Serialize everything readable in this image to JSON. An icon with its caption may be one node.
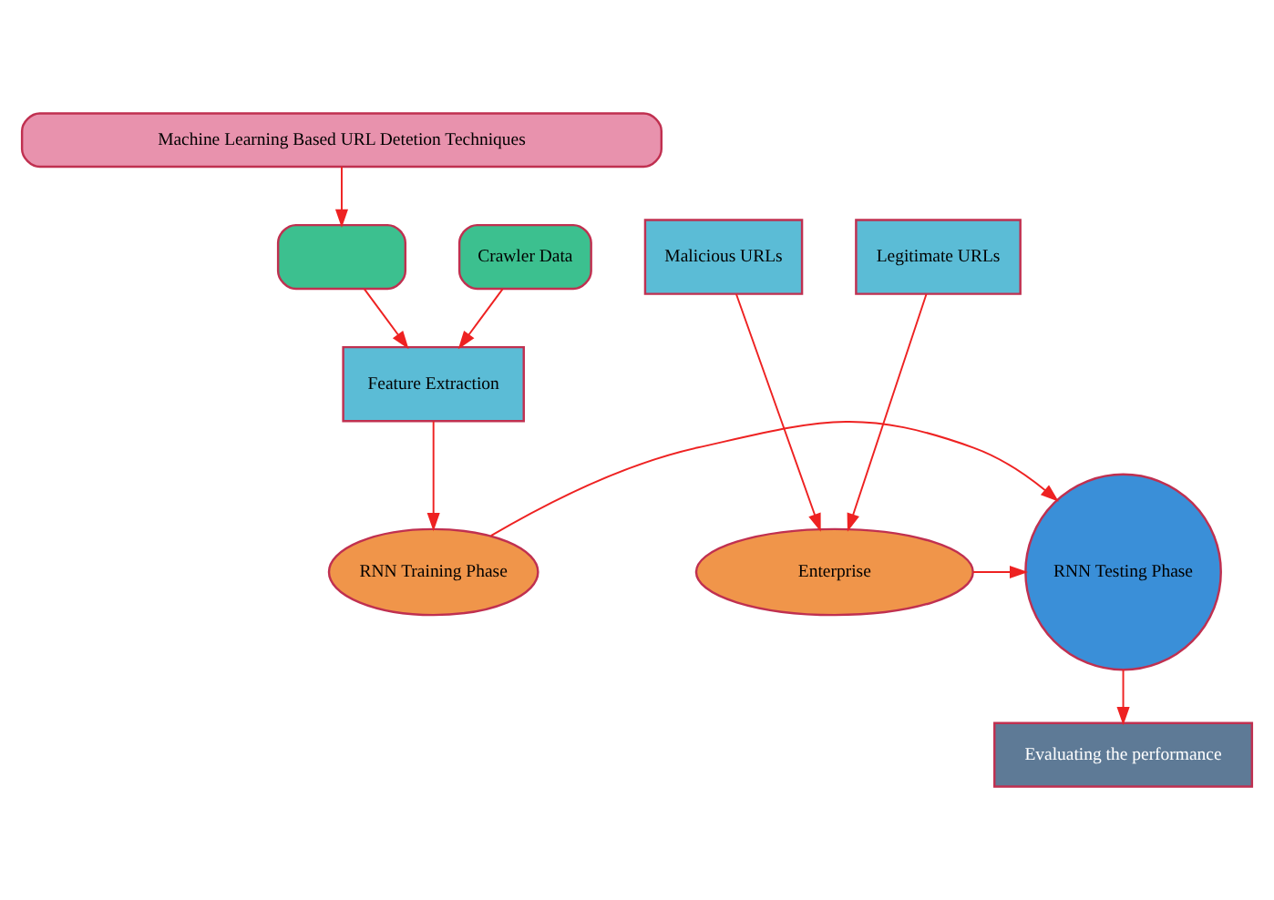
{
  "diagram": {
    "nodes": [
      {
        "text": [
          "Machine Learning Based URL Detetion Techniques"
        ]
      },
      {
        "text": [],
        "shape": "box"
      },
      {
        "text": [
          "Feature Extraction"
        ]
      },
      {
        "text": [
          "Malicious URLs"
        ]
      },
      {
        "text": [
          "Legitimate URLs"
        ]
      },
      {
        "text": [
          "Crawler Data"
        ]
      },
      {
        "text": [
          "Enterprise"
        ]
      },
      {
        "text": [
          "RNN Testing Phase"
        ]
      },
      {
        "text": [
          "RNN Training Phase"
        ]
      },
      {
        "text": [
          "Evaluating the performance"
        ]
      }
    ],
    "edges": [
      {
        "from": 0,
        "to": 1,
        "arrow": "to"
      },
      {
        "from": 1,
        "to": 2,
        "arrow": "to"
      },
      {
        "from": 5,
        "to": 2,
        "arrow": "to"
      },
      {
        "from": 3,
        "to": 6,
        "arrow": "to"
      },
      {
        "from": 4,
        "to": 6,
        "arrow": "to"
      },
      {
        "from": 2,
        "to": 8,
        "arrow": "to"
      },
      {
        "from": 8,
        "to": 7,
        "arrow": "to"
      },
      {
        "from": 6,
        "to": 7,
        "arrow": "to"
      },
      {
        "from": 7,
        "to": 9,
        "arrow": "to"
      }
    ]
  }
}
